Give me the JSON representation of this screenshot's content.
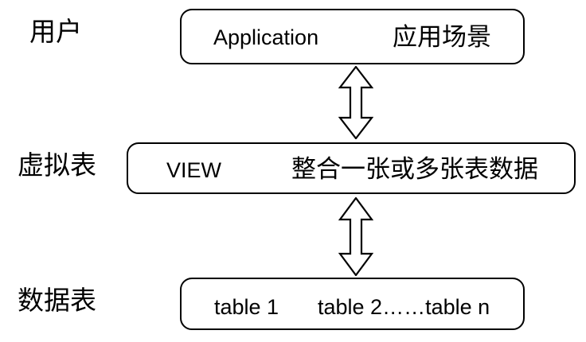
{
  "diagram": {
    "title": "SQL VIEW layered architecture diagram",
    "background_color": "#ffffff",
    "stroke_color": "#000000",
    "tiers": [
      {
        "id": "user",
        "label": "用户"
      },
      {
        "id": "virtual",
        "label": "虚拟表"
      },
      {
        "id": "datatable",
        "label": "数据表"
      }
    ],
    "boxes": [
      {
        "id": "application",
        "tier": "user",
        "latin_text": "Application",
        "cjk_text": "应用场景"
      },
      {
        "id": "view",
        "tier": "virtual",
        "latin_text": "VIEW",
        "cjk_text": "整合一张或多张表数据"
      },
      {
        "id": "tables",
        "tier": "datatable",
        "latin_text_1": "table 1",
        "latin_text_2": "table 2……table n"
      }
    ],
    "connectors": [
      {
        "id": "application-to-view",
        "style": "hollow-double-headed-vertical-arrow",
        "from": "application",
        "to": "view"
      },
      {
        "id": "view-to-tables",
        "style": "hollow-double-headed-vertical-arrow",
        "from": "view",
        "to": "tables"
      }
    ]
  }
}
